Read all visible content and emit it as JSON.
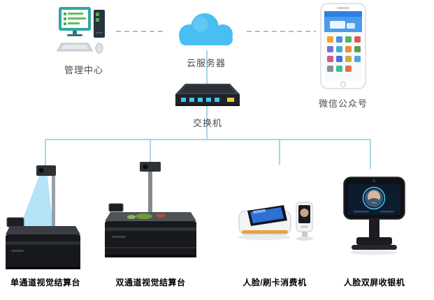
{
  "diagram_title": "",
  "colors": {
    "cloud_fill": "#49bef2",
    "dashed_line": "#b5bdc4",
    "tree_line": "#a9d5e5",
    "node_label": "#4a4a4a",
    "device_label": "#000000",
    "beam_blue": "#5bc0ee",
    "device_body": "#16181c"
  },
  "nodes": {
    "management": {
      "label": "管理中心"
    },
    "cloud": {
      "label": "云服务器"
    },
    "wechat": {
      "label": "微信公众号"
    },
    "switch": {
      "label": "交换机"
    }
  },
  "devices": [
    {
      "label": "单通道视觉结算台"
    },
    {
      "label": "双通道视觉结算台"
    },
    {
      "label": "人脸/刷卡消费机"
    },
    {
      "label": "人脸双屏收银机"
    }
  ]
}
